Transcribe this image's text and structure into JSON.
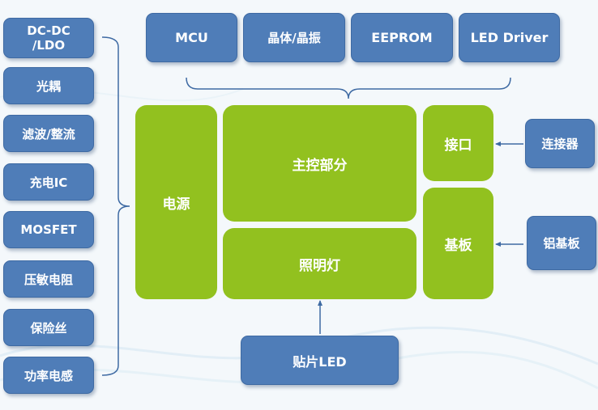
{
  "left_column": [
    "DC-DC\n/LDO",
    "光耦",
    "滤波/整流",
    "充电IC",
    "MOSFET",
    "压敏电阻",
    "保险丝",
    "功率电感"
  ],
  "top_row": [
    "MCU",
    "晶体/晶振",
    "EEPROM",
    "LED Driver"
  ],
  "center": {
    "power": "电源",
    "control": "主控部分",
    "lighting": "照明灯",
    "interface": "接口",
    "substrate": "基板"
  },
  "right_column": {
    "connector": "连接器",
    "aluminum_substrate": "铝基板"
  },
  "bottom": {
    "smd_led": "贴片LED"
  },
  "colors": {
    "blue": "#4f7db8",
    "green": "#92c11f",
    "line": "#3e6aa3"
  }
}
